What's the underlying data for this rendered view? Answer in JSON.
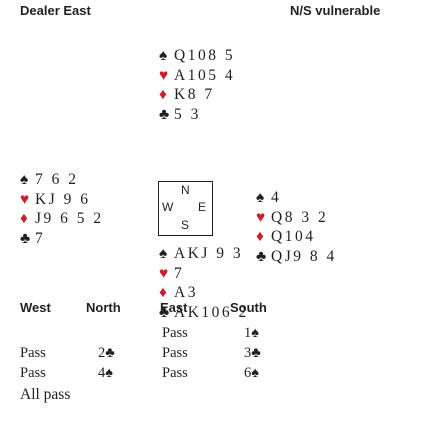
{
  "header": {
    "dealer": "Dealer East",
    "vulnerability": "N/S vulnerable"
  },
  "hands": {
    "north": {
      "spades": "Q108 5",
      "hearts": "A105 4",
      "diamonds": "K8 7",
      "clubs": "5 3"
    },
    "west": {
      "spades": "7 6 2",
      "hearts": "KJ 9 6",
      "diamonds": "J9 6 5 2",
      "clubs": "7"
    },
    "east": {
      "spades": "4",
      "hearts": "Q8 3 2",
      "diamonds": "Q104",
      "clubs": "QJ9 8 4"
    },
    "south": {
      "spades": "AKJ 9 3",
      "hearts": "7",
      "diamonds": "A3",
      "clubs": "AK106 2"
    }
  },
  "compass": {
    "n": "N",
    "w": "W",
    "e": "E",
    "s": "S"
  },
  "suit_symbols": {
    "spades": "♠",
    "hearts": "♥",
    "diamonds": "♦",
    "clubs": "♣"
  },
  "colors": {
    "red_suit": "#c8202c",
    "black": "#231f20"
  },
  "auction": {
    "headers": {
      "west": "West",
      "north": "North",
      "east": "East",
      "south": "South"
    },
    "rows": [
      {
        "west": "",
        "north": "",
        "east": "Pass",
        "south": "1♠"
      },
      {
        "west": "Pass",
        "north": "2♣",
        "east": "Pass",
        "south": "3♣"
      },
      {
        "west": "Pass",
        "north": "4♠",
        "east": "Pass",
        "south": "6♠"
      }
    ],
    "closing": "All pass"
  }
}
